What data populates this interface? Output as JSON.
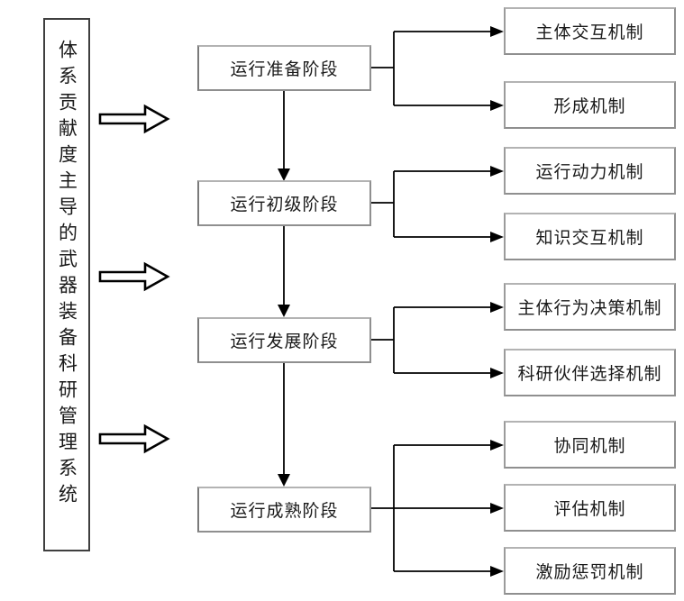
{
  "diagram": {
    "title_hint": "体系贡献度主导的武器装备科研管理系统运行机制图",
    "colors": {
      "background": "#ffffff",
      "connector_line": "#000000",
      "system_box_border": "#3f3f3f",
      "stage_box_border": "#9b9b9b",
      "text": "#1a1a1a"
    }
  },
  "system": {
    "label": "体系贡献度主导的武器装备科研管理系统"
  },
  "stages": [
    {
      "label": "运行准备阶段",
      "mechanisms": [
        "主体交互机制",
        "形成机制"
      ]
    },
    {
      "label": "运行初级阶段",
      "mechanisms": [
        "运行动力机制",
        "知识交互机制"
      ]
    },
    {
      "label": "运行发展阶段",
      "mechanisms": [
        "主体行为决策机制",
        "科研伙伴选择机制"
      ]
    },
    {
      "label": "运行成熟阶段",
      "mechanisms": [
        "协同机制",
        "评估机制",
        "激励惩罚机制"
      ]
    }
  ],
  "icons": {
    "hollow_arrow": "right-block-arrow",
    "solid_arrowhead": "filled-triangle"
  }
}
